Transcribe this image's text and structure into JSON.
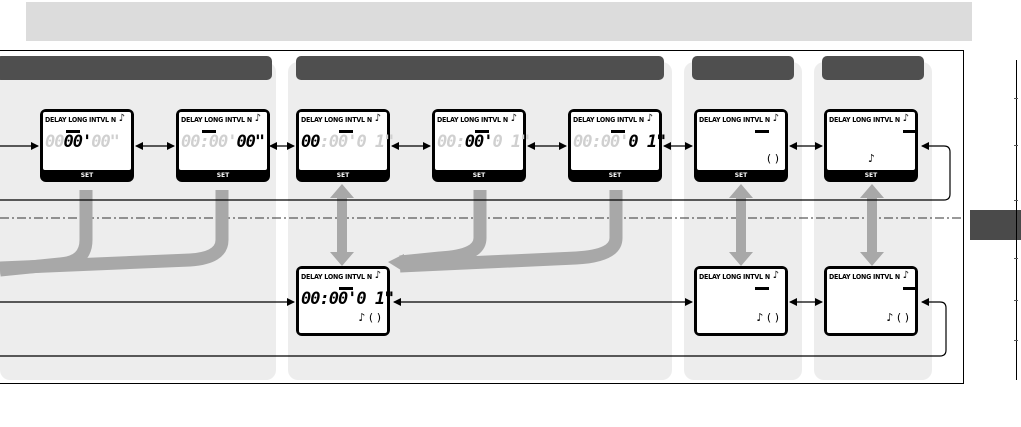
{
  "screens": {
    "a1": {
      "header": "DELAY LONG INTVL  N",
      "note": "♪",
      "d1": "00",
      "d2": "00'",
      "d3": "00\"",
      "set": "SET"
    },
    "a2": {
      "header": "DELAY LONG INTVL  N",
      "note": "♪",
      "d1": "00:",
      "d2": "00'",
      "d3": "00\"",
      "set": "SET"
    },
    "b1": {
      "header": "DELAY LONG INTVL  N",
      "note": "♪",
      "d1": "00",
      "d2": ":00'",
      "d3": "0 1\"",
      "set": "SET"
    },
    "b2": {
      "header": "DELAY LONG INTVL  N",
      "note": "♪",
      "d1": "00:",
      "d2": "00'",
      "d3": "0 1\"",
      "set": "SET"
    },
    "b3": {
      "header": "DELAY LONG INTVL  N",
      "note": "♪",
      "d1": "00:00'",
      "d3": "0 1\"",
      "set": "SET"
    },
    "c1": {
      "header": "DELAY LONG INTVL  N",
      "note": "♪",
      "extra": "(    )",
      "set": "SET"
    },
    "d1": {
      "header": "DELAY LONG INTVL  N",
      "note": "♪",
      "extra": "♪",
      "set": "SET"
    },
    "b4": {
      "header": "DELAY LONG INTVL  N",
      "note": "♪",
      "d1": "00:00'0 1\"",
      "extra": "♪ (    )"
    },
    "c2": {
      "header": "DELAY LONG INTVL  N",
      "note": "♪",
      "extra": "♪ (    )"
    },
    "d2": {
      "header": "DELAY LONG INTVL  N",
      "note": "♪",
      "extra": "♪ (    )"
    }
  },
  "colors": {
    "section_head": "#4f4f4f",
    "section_bg": "#ededed",
    "arrow_gray": "#a8a8a8"
  }
}
